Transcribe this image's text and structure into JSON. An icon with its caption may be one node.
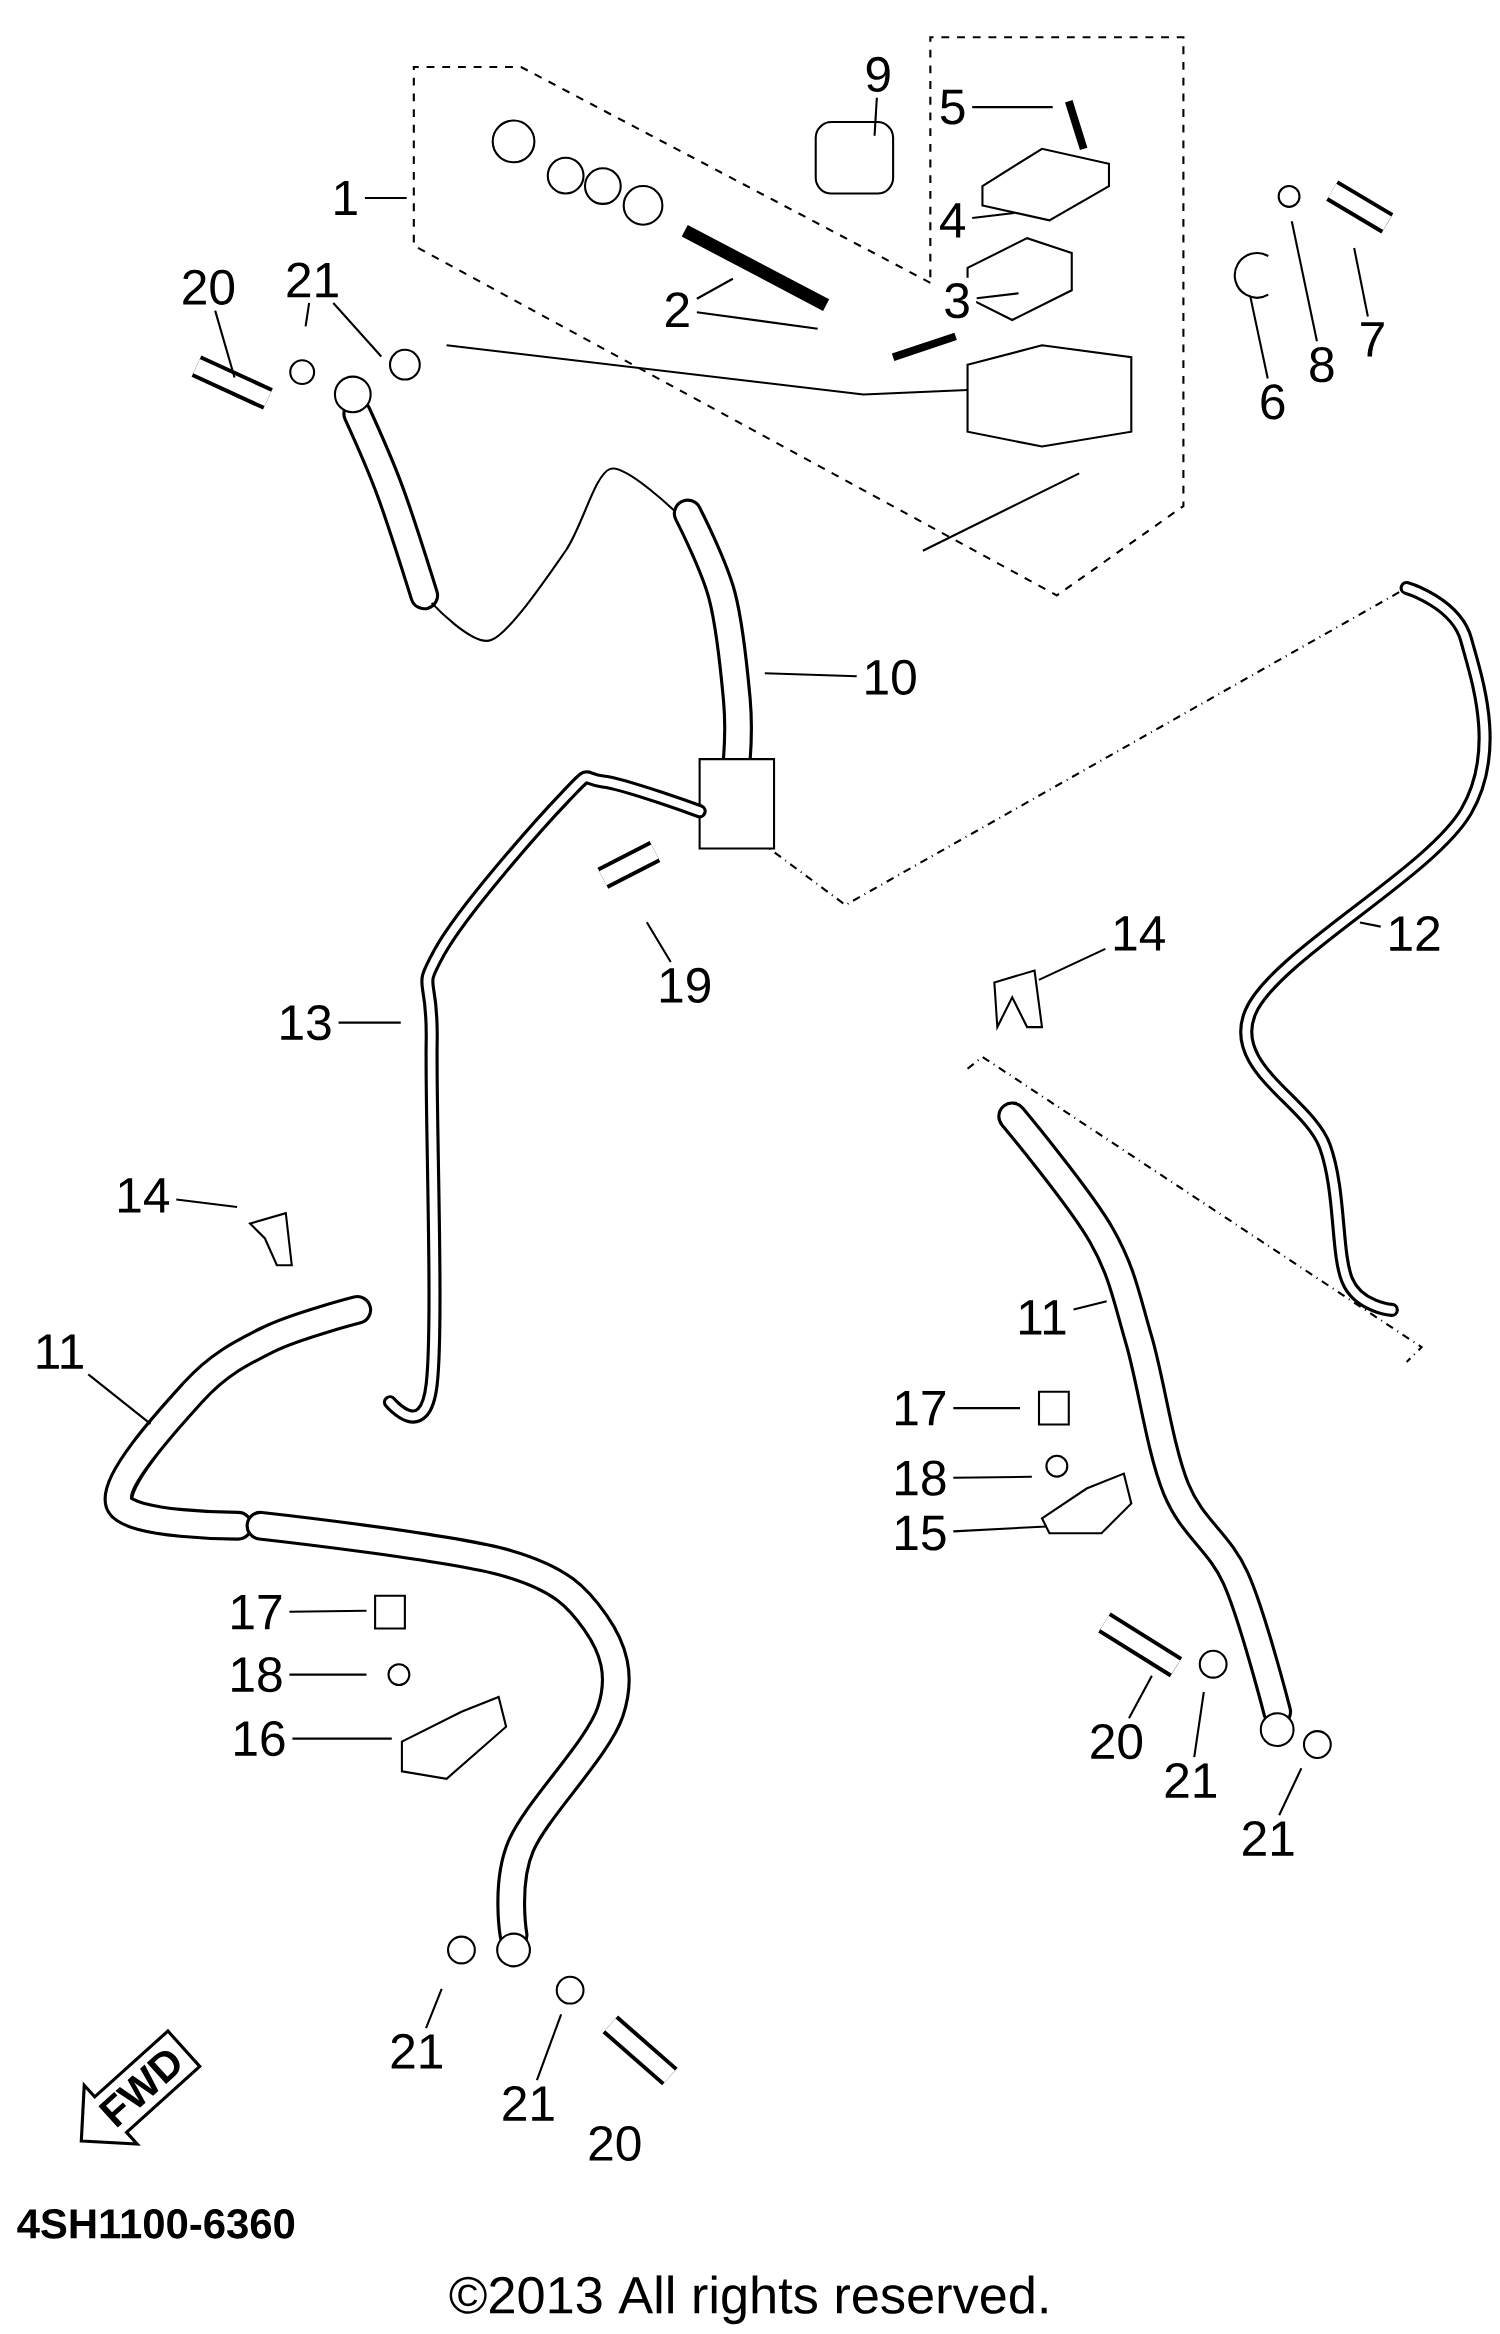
{
  "diagram": {
    "nodes": [
      {
        "text": [
          "1"
        ]
      },
      {
        "text": [
          "9"
        ]
      },
      {
        "text": [
          "5"
        ]
      },
      {
        "text": [
          "4"
        ]
      },
      {
        "text": [
          "3"
        ]
      },
      {
        "text": [
          "2"
        ]
      },
      {
        "text": [
          "6"
        ]
      },
      {
        "text": [
          "7"
        ]
      },
      {
        "text": [
          "8"
        ]
      },
      {
        "text": [
          "21"
        ]
      },
      {
        "text": [
          "20"
        ]
      },
      {
        "text": [
          "10"
        ]
      },
      {
        "text": [
          "19"
        ]
      },
      {
        "text": [
          "13"
        ]
      },
      {
        "text": [
          "12"
        ]
      },
      {
        "text": [
          "14"
        ]
      },
      {
        "text": [
          "14"
        ]
      },
      {
        "text": [
          "11"
        ]
      },
      {
        "text": [
          "11"
        ]
      },
      {
        "text": [
          "17"
        ]
      },
      {
        "text": [
          "18"
        ]
      },
      {
        "text": [
          "15"
        ]
      },
      {
        "text": [
          "20"
        ]
      },
      {
        "text": [
          "21"
        ]
      },
      {
        "text": [
          "21"
        ]
      },
      {
        "text": [
          "17"
        ]
      },
      {
        "text": [
          "18"
        ]
      },
      {
        "text": [
          "16"
        ]
      },
      {
        "text": [
          "21"
        ]
      },
      {
        "text": [
          "21"
        ]
      },
      {
        "text": [
          "20"
        ]
      },
      {
        "text": [
          "FWD"
        ]
      }
    ],
    "edges": [
      {
        "from": 0,
        "to": null,
        "arrow": "none"
      },
      {
        "from": 1,
        "to": null,
        "arrow": "none"
      },
      {
        "from": 2,
        "to": null,
        "arrow": "none"
      },
      {
        "from": 3,
        "to": null,
        "arrow": "none"
      },
      {
        "from": 4,
        "to": null,
        "arrow": "none"
      },
      {
        "from": 5,
        "to": null,
        "arrow": "none"
      },
      {
        "from": 5,
        "to": null,
        "arrow": "none"
      },
      {
        "from": 6,
        "to": null,
        "arrow": "none"
      },
      {
        "from": 7,
        "to": null,
        "arrow": "none"
      },
      {
        "from": 8,
        "to": null,
        "arrow": "none"
      },
      {
        "from": 9,
        "to": null,
        "arrow": "none"
      },
      {
        "from": 9,
        "to": null,
        "arrow": "none"
      },
      {
        "from": 10,
        "to": null,
        "arrow": "none"
      },
      {
        "from": 11,
        "to": null,
        "arrow": "none"
      },
      {
        "from": 12,
        "to": null,
        "arrow": "none"
      },
      {
        "from": 13,
        "to": null,
        "arrow": "none"
      },
      {
        "from": 14,
        "to": null,
        "arrow": "none"
      },
      {
        "from": 15,
        "to": null,
        "arrow": "none"
      },
      {
        "from": 16,
        "to": null,
        "arrow": "none"
      },
      {
        "from": 17,
        "to": null,
        "arrow": "none"
      },
      {
        "from": 18,
        "to": null,
        "arrow": "none"
      },
      {
        "from": 19,
        "to": null,
        "arrow": "none"
      },
      {
        "from": 20,
        "to": null,
        "arrow": "none"
      },
      {
        "from": 21,
        "to": null,
        "arrow": "none"
      },
      {
        "from": 22,
        "to": null,
        "arrow": "none"
      },
      {
        "from": 23,
        "to": null,
        "arrow": "none"
      },
      {
        "from": 24,
        "to": null,
        "arrow": "none"
      },
      {
        "from": 25,
        "to": null,
        "arrow": "none"
      },
      {
        "from": 26,
        "to": null,
        "arrow": "none"
      },
      {
        "from": 27,
        "to": null,
        "arrow": "none"
      },
      {
        "from": 28,
        "to": null,
        "arrow": "none"
      },
      {
        "from": 29,
        "to": null,
        "arrow": "none"
      }
    ],
    "labels": [
      "4SH1100-6360",
      "©2013 All rights reserved."
    ]
  }
}
